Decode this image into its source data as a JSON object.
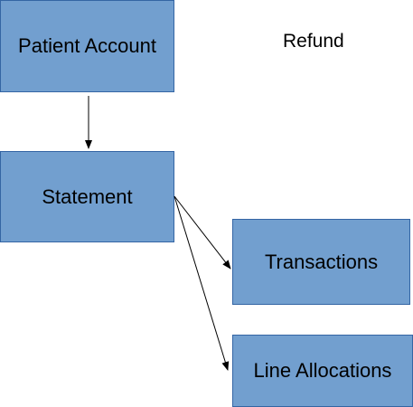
{
  "diagram": {
    "nodes": {
      "patient_account": "Patient Account",
      "statement": "Statement",
      "transactions": "Transactions",
      "line_allocations": "Line Allocations"
    },
    "floating_label": "Refund",
    "colors": {
      "node_fill": "#729fcf",
      "node_border": "#3465a4",
      "arrow": "#000000"
    },
    "edges": [
      {
        "from": "Patient Account",
        "to": "Statement"
      },
      {
        "from": "Statement",
        "to": "Transactions"
      },
      {
        "from": "Statement",
        "to": "Line Allocations"
      }
    ]
  }
}
